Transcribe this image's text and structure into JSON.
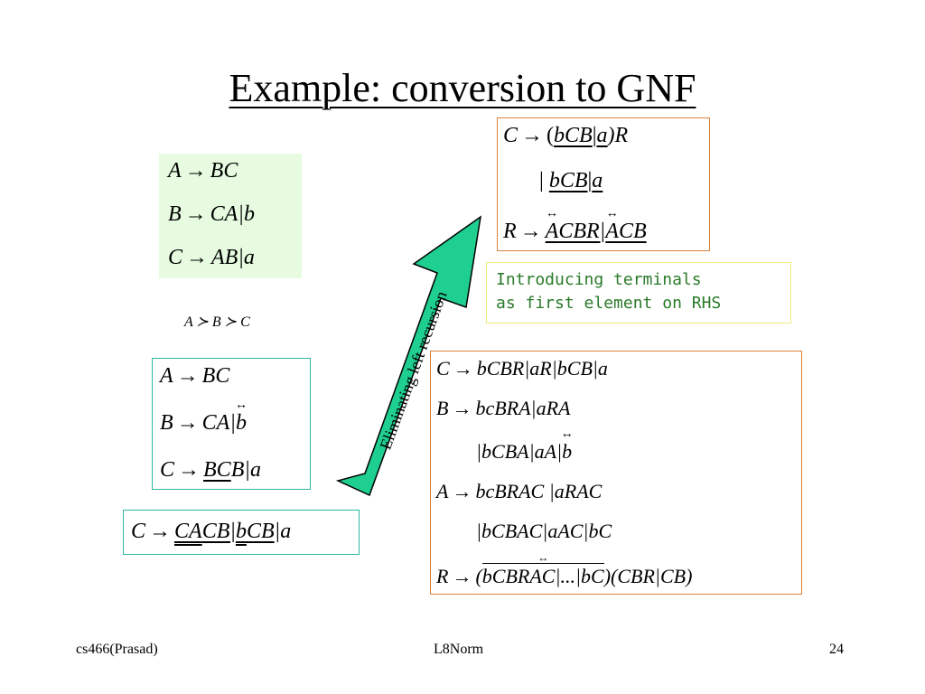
{
  "slide": {
    "title": "Example: conversion to GNF",
    "footer_left": "cs466(Prasad)",
    "footer_center": "L8Norm",
    "footer_right": "24"
  },
  "grammar_box": {
    "l1": {
      "lhs": "A",
      "rhs": "BC"
    },
    "l2": {
      "lhs": "B",
      "rhs": "CA|b"
    },
    "l3": {
      "lhs": "C",
      "rhs": "AB|a"
    }
  },
  "order": "A ≻ B ≻ C",
  "step1_box": {
    "l1": {
      "lhs": "A",
      "rhs": "BC"
    },
    "l2": {
      "lhs": "B",
      "rhs_a": "CA|",
      "rhs_b": "b"
    },
    "l3": {
      "lhs": "C",
      "rhs_a": "BC",
      "rhs_b": "B|a"
    }
  },
  "step2_box": {
    "lhs": "C",
    "p1": "CA",
    "p2": "CB|",
    "p3": "b",
    "p4": "CB",
    "p5": "|a"
  },
  "arrow_label": "Eliminating left recursion",
  "recursion_box": {
    "l1_lhs": "C",
    "l1_open": "(",
    "l1_u1": "bCB",
    "l1_bar": "|",
    "l1_u2": "a",
    "l1_close": ")R",
    "l2_bar": "|",
    "l2_u1": "bCB",
    "l2_bar2": "|",
    "l2_u2": "a",
    "l3_lhs": "R",
    "l3_p1": "A",
    "l3_p2": "CBR|",
    "l3_p3": "A",
    "l3_p4": "CB"
  },
  "note": {
    "line1": "Introducing terminals",
    "line2": "as first element on RHS"
  },
  "final_box": {
    "l1": {
      "lhs": "C",
      "rhs": "bCBR|aR|bCB|a"
    },
    "l2": {
      "lhs": "B",
      "rhs": "bcBRA|aRA"
    },
    "l3": {
      "rhs_a": "|bCBA|aA|",
      "rhs_b": "b"
    },
    "l4": {
      "lhs": "A",
      "rhs": "bcBRAC |aRAC"
    },
    "l5": {
      "rhs": "|bCBAC|aAC|bC"
    },
    "l6": {
      "lhs": "R",
      "p1": "(",
      "p2": "bCBRAC|...|bC",
      "p3": ")(CBR|CB)"
    }
  },
  "colors": {
    "green_fill": "#e6fbe0",
    "teal_border": "#2fb8a0",
    "orange_border": "#d9833a",
    "note_border": "#f0ee7a",
    "arrow_fill": "#1fcf8f"
  }
}
